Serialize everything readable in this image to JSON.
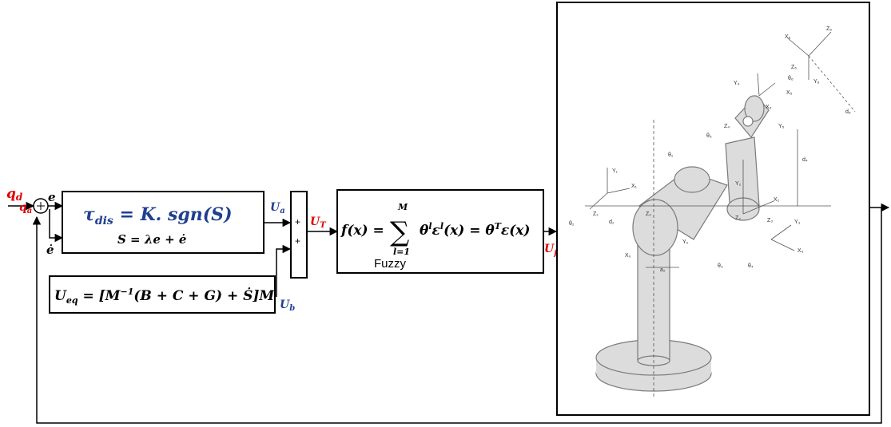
{
  "signals": {
    "q_d": {
      "base": "q",
      "sub": "d"
    },
    "q_a": {
      "base": "q",
      "sub": "a"
    },
    "e": "e",
    "e_dot": "ė",
    "U_a": {
      "base": "U",
      "sub": "a"
    },
    "U_b": {
      "base": "U",
      "sub": "b"
    },
    "U_T": {
      "base": "U",
      "sub": "T"
    },
    "U_fuzzy": {
      "base": "U",
      "sub": "fuzzy"
    }
  },
  "smc_block": {
    "line1": {
      "tau": "τ",
      "tau_sub": "dis",
      "rhs": " = K. sgn(S)"
    },
    "line2": "S = λe + ė"
  },
  "ueq_block": {
    "lhs": "U",
    "lhs_sub": "eq",
    "eq_a": " = [M",
    "inv_sup": "−1",
    "eq_b": "(B + C + G) + Ṡ]M"
  },
  "sum_block": {
    "plus_top": "+",
    "plus_bottom": "+"
  },
  "fuzzy_block": {
    "lhs": "f(x) = ",
    "sigma": "∑",
    "upper": "M",
    "lower": "l=1",
    "t1": "θ",
    "t1_sup": "l",
    "t2": "ε",
    "t2_sup": "l",
    "t3": "(x)  =  θ",
    "t3_sup": "T",
    "t4": "ε(x)",
    "caption": "Fuzzy"
  },
  "summing_junction": {
    "sign": "+"
  },
  "robot_labels": {
    "X1": "X₁",
    "Y1": "Y₁",
    "Z1": "Z₁",
    "X2": "X₂",
    "Y2": "Y₂",
    "Z2": "Z₂",
    "X3": "X₃",
    "Y3": "Y₃",
    "Z3": "Z₃",
    "X4": "X₄",
    "Y4": "Y₄",
    "Z4": "Z₄",
    "X5": "X₅",
    "Y5": "Y₅",
    "Z5": "Z₅",
    "X6": "X₆",
    "Y6": "Y₆",
    "Z6": "Z₆",
    "X0": "X₀",
    "Y0": "Y₀",
    "Z0": "Z₀",
    "th1": "θ₁",
    "th2": "θ₂",
    "th3": "θ₃",
    "th4": "θ₄",
    "th5": "θ₅",
    "th6": "θ₆",
    "d2": "d₂",
    "d4": "d₄",
    "d6": "d₆",
    "a2": "a₂"
  },
  "colors": {
    "red_signal": "#e00000",
    "blue_signal": "#1f3f8f",
    "robot_fill": "#dcdcdc",
    "robot_stroke": "#7a7a7a"
  }
}
